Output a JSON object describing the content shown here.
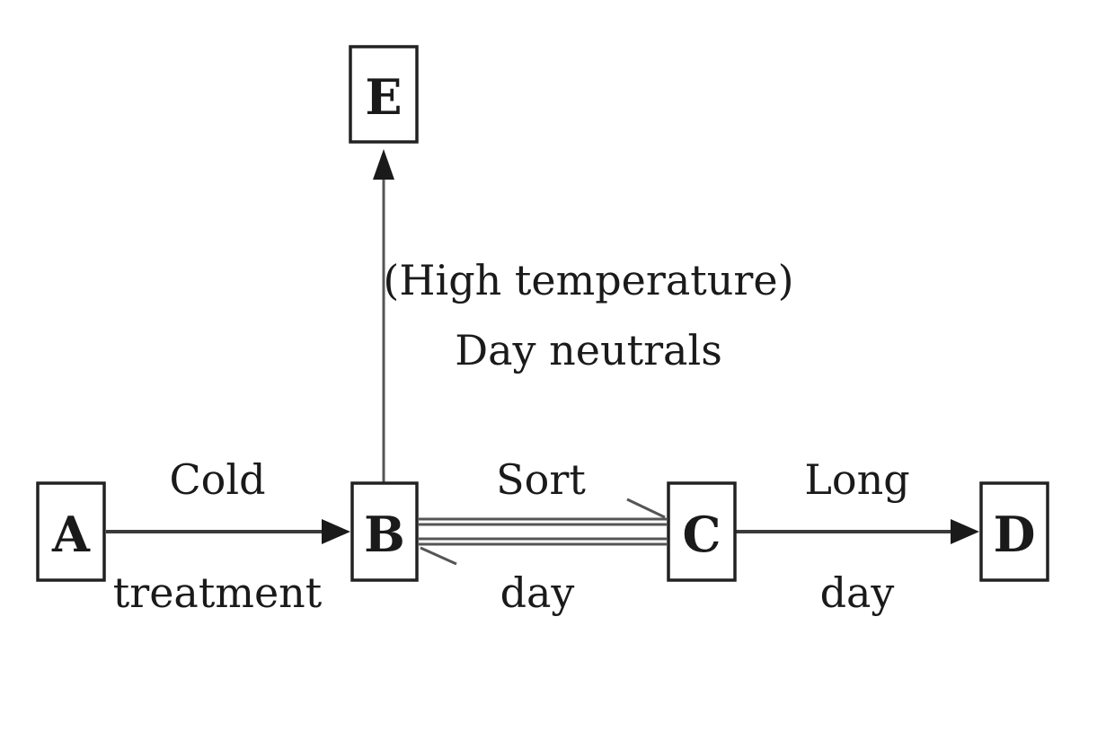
{
  "nodes": {
    "a": "A",
    "b": "B",
    "c": "C",
    "d": "D",
    "e": "E"
  },
  "edges": {
    "a_to_b": {
      "top": "Cold",
      "bottom": "treatment"
    },
    "b_to_c": {
      "top": "Sort",
      "bottom": "day"
    },
    "c_to_d": {
      "top": "Long",
      "bottom": "day"
    },
    "b_to_e": {
      "line1": "(High temperature)",
      "line2": "Day neutrals"
    }
  },
  "colors": {
    "ink": "#1a1a1a",
    "line": "#3a3a3a",
    "background": "#ffffff"
  }
}
